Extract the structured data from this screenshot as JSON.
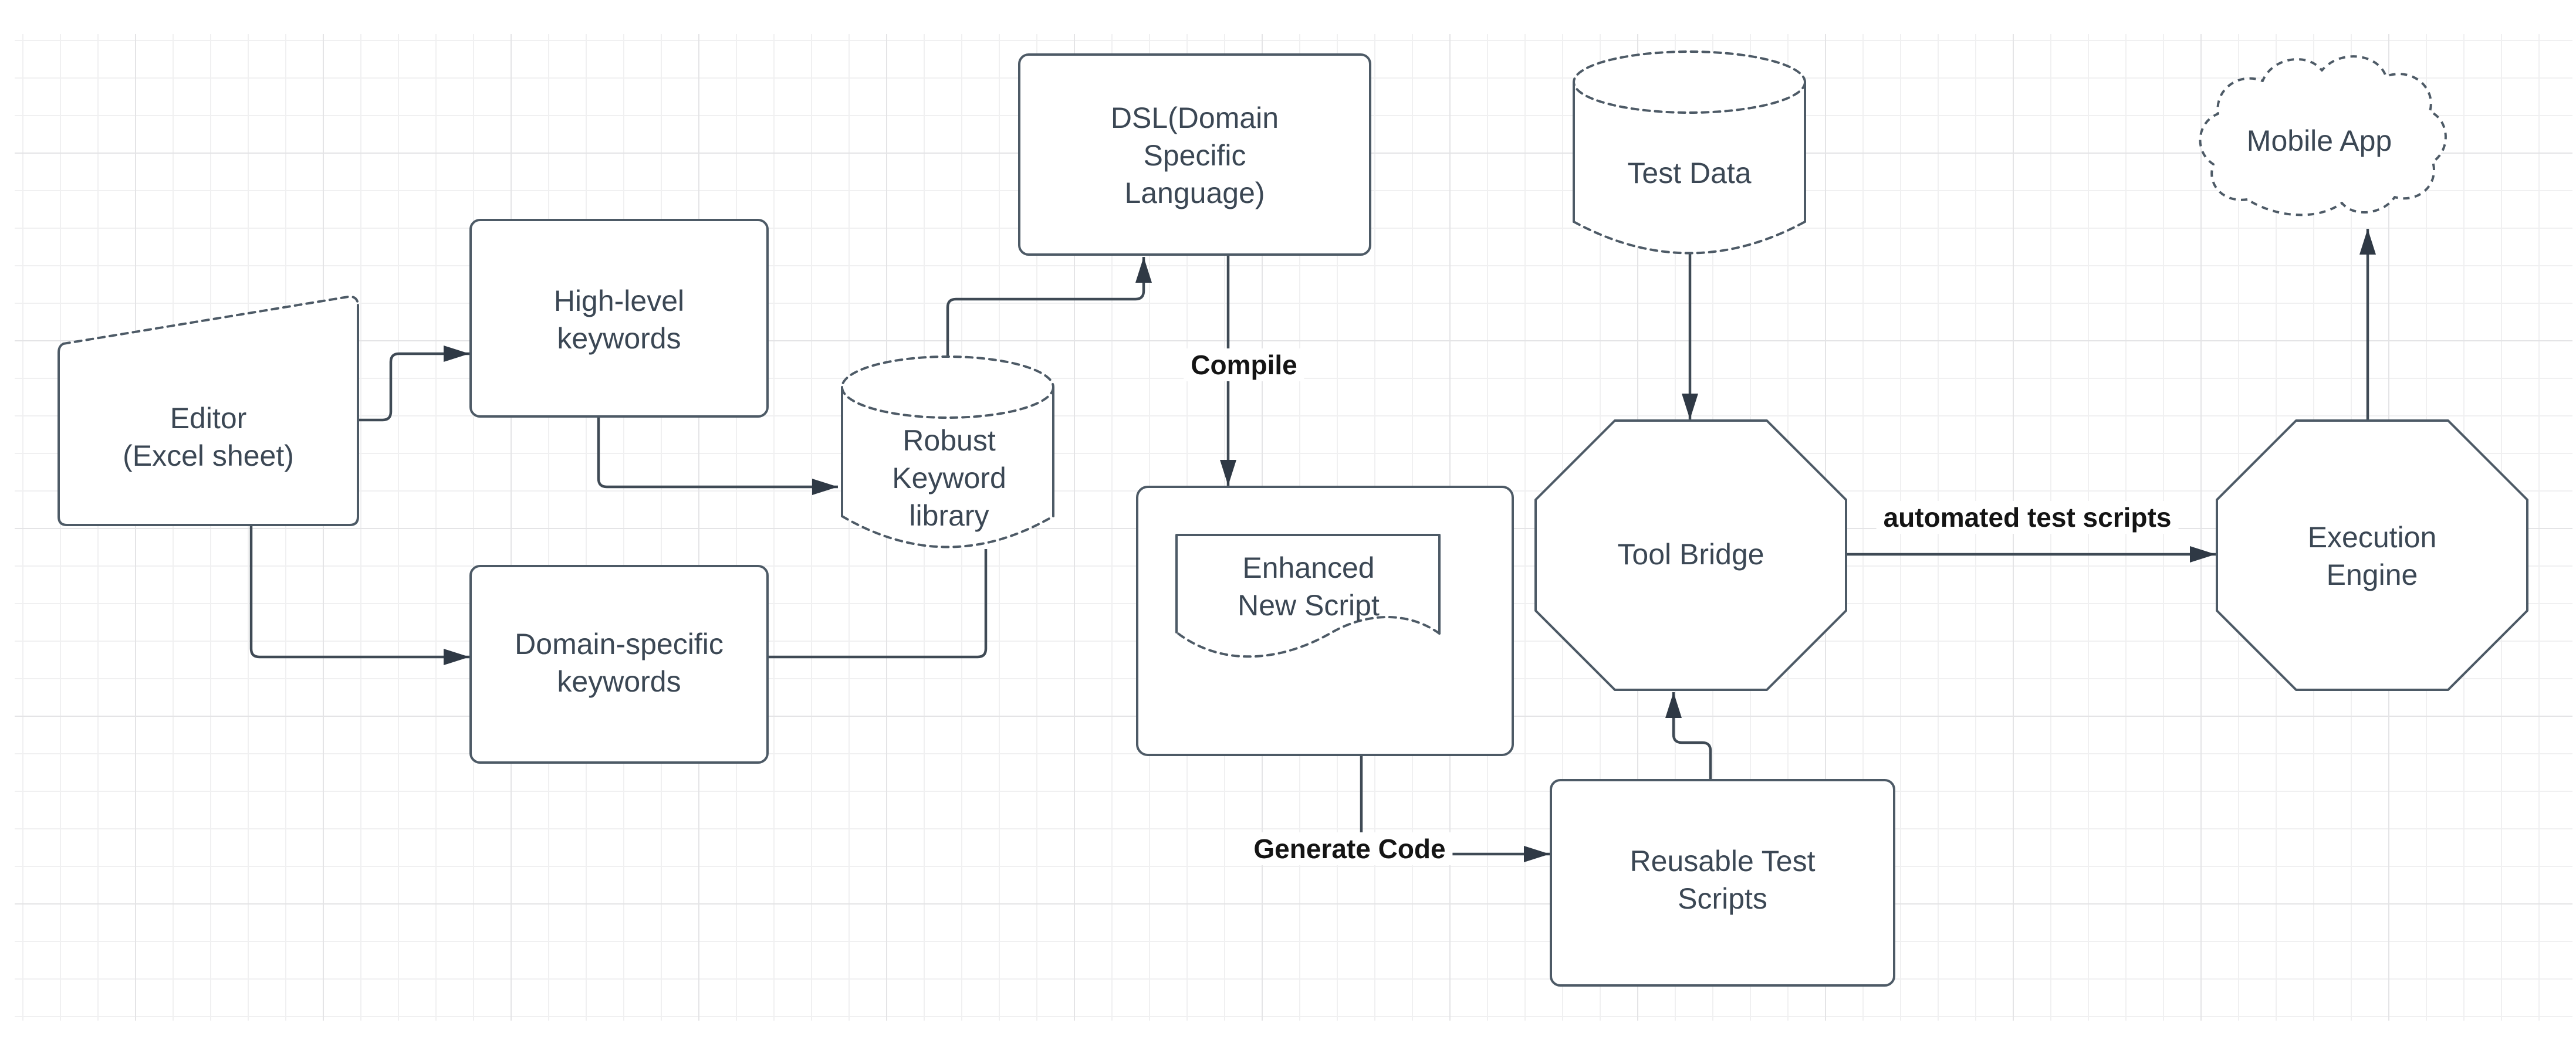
{
  "app": {
    "type": "flowchart-canvas"
  },
  "theme": {
    "bg": "#ffffff",
    "grid_minor": "#f0f0f1",
    "grid_major": "#e4e4e6",
    "node_fill": "#ffffff",
    "node_stroke": "#4d5a66",
    "edge_stroke": "#3f4a55",
    "arrow_fill": "#2f3945",
    "node_text": "#3b4754",
    "edge_label_text": "#141414"
  },
  "nodes": {
    "editor": {
      "shape": "card",
      "lines": [
        "Editor",
        "(Excel sheet)"
      ]
    },
    "high_level_keywords": {
      "shape": "rounded-rect",
      "lines": [
        "High-level",
        "keywords"
      ]
    },
    "domain_specific_keywords": {
      "shape": "rounded-rect",
      "lines": [
        "Domain-specific",
        "keywords"
      ]
    },
    "robust_keyword_library": {
      "shape": "cylinder",
      "lines": [
        "Robust",
        "Keyword",
        "library"
      ]
    },
    "dsl": {
      "shape": "rounded-rect",
      "lines": [
        "DSL(Domain",
        "Specific",
        "Language)"
      ]
    },
    "enhanced_new_script": {
      "shape": "document-in-card",
      "lines": [
        "Enhanced",
        "New Script"
      ]
    },
    "reusable_test_scripts": {
      "shape": "rounded-rect",
      "lines": [
        "Reusable Test",
        "Scripts"
      ]
    },
    "tool_bridge": {
      "shape": "octagon",
      "lines": [
        "Tool Bridge"
      ]
    },
    "test_data": {
      "shape": "cylinder",
      "lines": [
        "Test Data"
      ]
    },
    "execution_engine": {
      "shape": "octagon",
      "lines": [
        "Execution",
        "Engine"
      ]
    },
    "mobile_app": {
      "shape": "cloud",
      "lines": [
        "Mobile App"
      ]
    }
  },
  "edge_labels": {
    "compile": "Compile",
    "generate_code": "Generate Code",
    "automated_test_scripts": "automated test scripts"
  },
  "edges": [
    {
      "from": "editor",
      "to": "high_level_keywords"
    },
    {
      "from": "editor",
      "to": "domain_specific_keywords"
    },
    {
      "from": "high_level_keywords",
      "to": "robust_keyword_library"
    },
    {
      "from": "domain_specific_keywords",
      "to": "robust_keyword_library"
    },
    {
      "from": "robust_keyword_library",
      "to": "dsl"
    },
    {
      "from": "dsl",
      "to": "enhanced_new_script",
      "label": "Compile"
    },
    {
      "from": "enhanced_new_script",
      "to": "reusable_test_scripts",
      "label": "Generate Code"
    },
    {
      "from": "reusable_test_scripts",
      "to": "tool_bridge"
    },
    {
      "from": "test_data",
      "to": "tool_bridge"
    },
    {
      "from": "tool_bridge",
      "to": "execution_engine",
      "label": "automated test scripts"
    },
    {
      "from": "execution_engine",
      "to": "mobile_app"
    }
  ]
}
